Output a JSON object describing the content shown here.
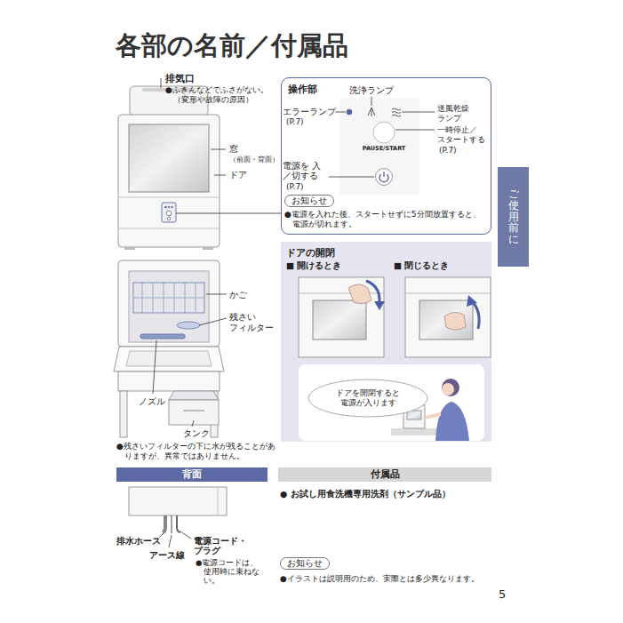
{
  "diagram": {
    "title": "各部の名前／付属品",
    "nodes": [
      {
        "text": [
          "操作部"
        ]
      },
      {
        "text": [
          "お知らせ"
        ],
        "in": 0
      },
      {
        "text": [
          "ドアの開閉"
        ]
      },
      {
        "text": [
          "ドアを開閉すると 電源が入ります"
        ],
        "in": 2
      },
      {
        "text": [
          "背面"
        ]
      },
      {
        "text": [
          "付属品"
        ]
      },
      {
        "text": [
          "お知らせ"
        ]
      },
      {
        "text": [
          "ご使用前に"
        ]
      }
    ],
    "labels": [
      "排気口",
      "●ふきんなどでふさがない。 （変形や故障の原因）",
      "窓",
      "（前面・背面）",
      "ドア",
      "洗浄ランプ",
      "エラーランプ",
      "(P.7)",
      "送風乾燥 ランプ",
      "一時停止／ スタートする",
      "(P.7)",
      "PAUSE/START",
      "電源を 入／切する",
      "(P.7)",
      "●電源を入れた後、スタートせずに5分間放置すると、電源が切れます。",
      "■ 開けるとき",
      "■ 閉じるとき",
      "かご",
      "残さい フィルター",
      "ノズル",
      "タンク",
      "●残さいフィルターの下に水が残ることがありますが、異常ではありません。",
      "排水ホース",
      "アース線",
      "電源コード・ プラグ",
      "●電源コードは、使用時に束ねない。",
      "● お試し用食洗機専用洗剤（サンプル品）",
      "●イラストは説明用のため、実際とは多少異なります。",
      "5"
    ]
  }
}
